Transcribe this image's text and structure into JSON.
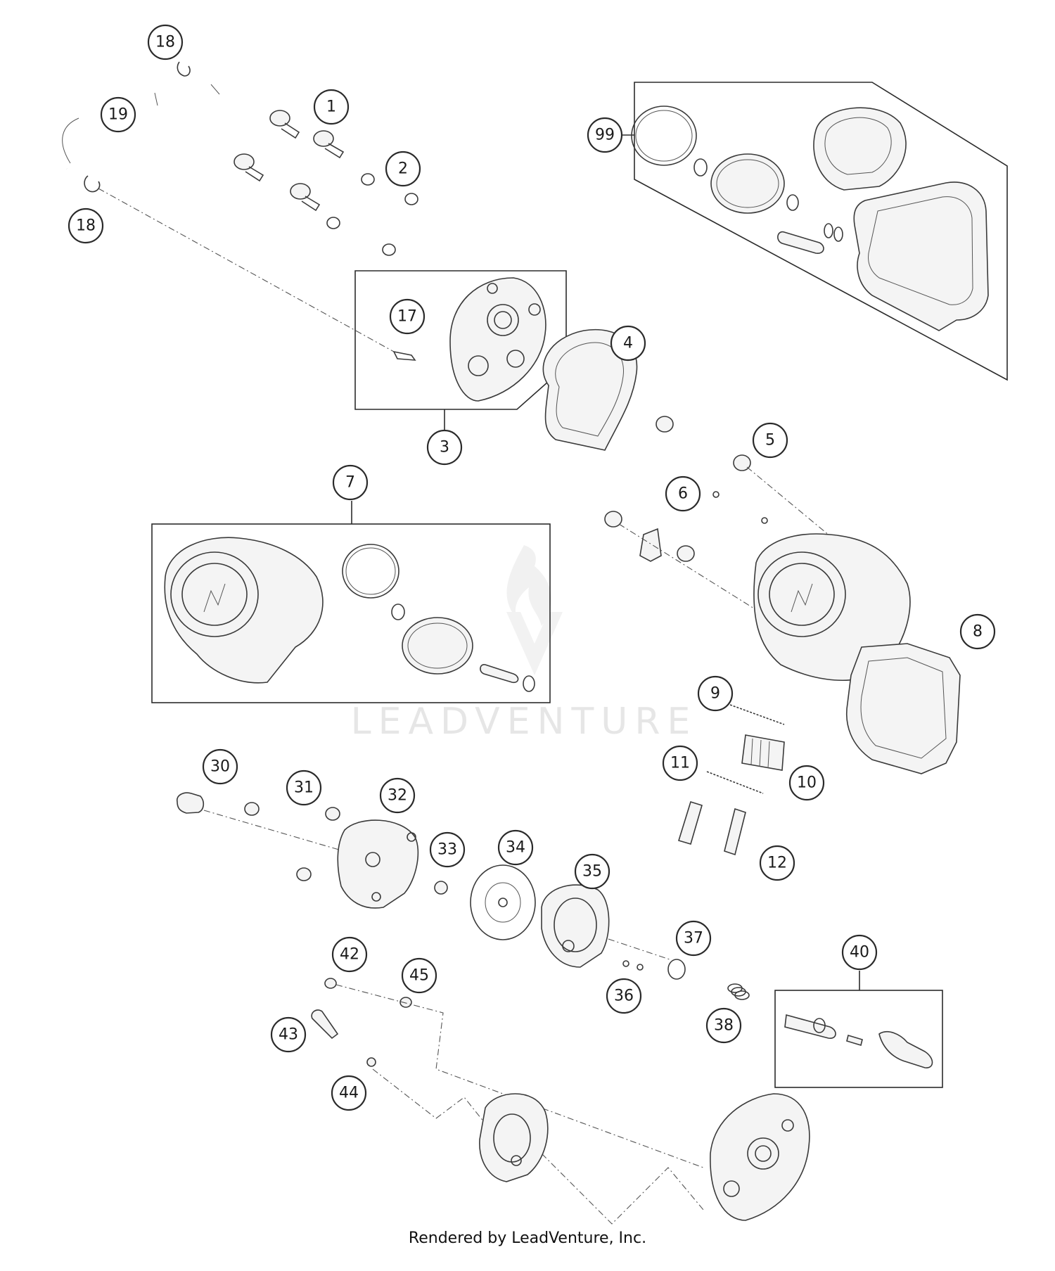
{
  "watermark": {
    "text": "LEADVENTURE"
  },
  "footer": {
    "credit": "Rendered by LeadVenture, Inc."
  },
  "callouts": {
    "c1": "1",
    "c2": "2",
    "c3": "3",
    "c4": "4",
    "c5": "5",
    "c6": "6",
    "c7": "7",
    "c8": "8",
    "c9": "9",
    "c10": "10",
    "c11": "11",
    "c12": "12",
    "c17": "17",
    "c18a": "18",
    "c18b": "18",
    "c19": "19",
    "c30": "30",
    "c31": "31",
    "c32": "32",
    "c33": "33",
    "c34": "34",
    "c35": "35",
    "c36": "36",
    "c37": "37",
    "c38": "38",
    "c40": "40",
    "c42": "42",
    "c43": "43",
    "c44": "44",
    "c45": "45",
    "c99": "99"
  }
}
